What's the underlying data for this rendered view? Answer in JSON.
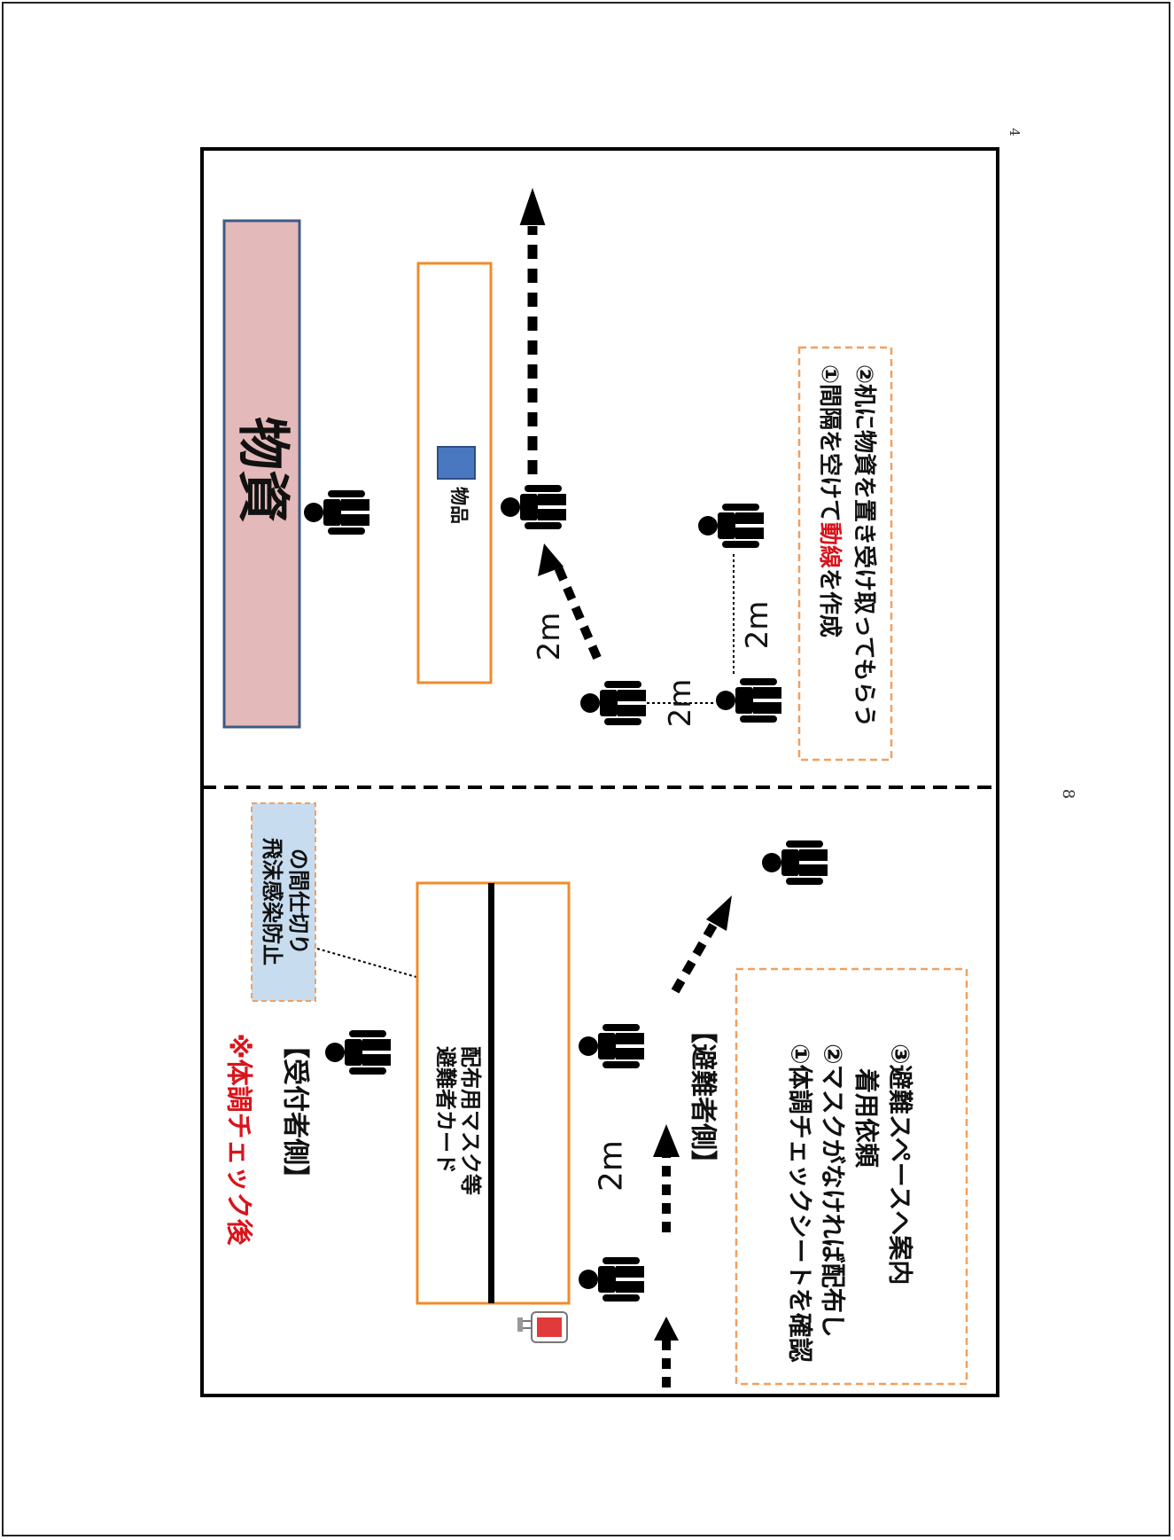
{
  "page": {
    "top_page_number": "4",
    "side_page_number": "8"
  },
  "left_panel": {
    "title": "※体調チェック後",
    "reception_side": "【受付者側】",
    "evacuee_side": "【避難者側】",
    "table_text_line1": "避難者カード",
    "table_text_line2": "配布用マスク等",
    "partition_line1": "飛沫感染防止",
    "partition_line2": "の間仕切り",
    "distance": "2m",
    "steps": [
      "①体調チェックシートを確認",
      "②マスクがなければ配布し",
      "　着用依頼",
      "③避難スペースへ案内"
    ]
  },
  "right_panel": {
    "title": "物資",
    "goods_label": "物品",
    "distance_1": "2m",
    "distance_2": "2m",
    "distance_3": "2m",
    "note_line1_pre": "①間隔を空けて",
    "note_line1_highlight": "動線",
    "note_line1_post": "を作成",
    "note_line2": "②机に物資を置き受け取ってもらう"
  },
  "colors": {
    "title_red": "#d9141b",
    "supplies_fill": "#e4b9b9",
    "supplies_border": "#3e5a86",
    "table_orange": "#f08b2b",
    "goods_blue": "#4a78c0",
    "partition_fill": "#c7dcef",
    "dashed_orange": "#f0a060"
  }
}
